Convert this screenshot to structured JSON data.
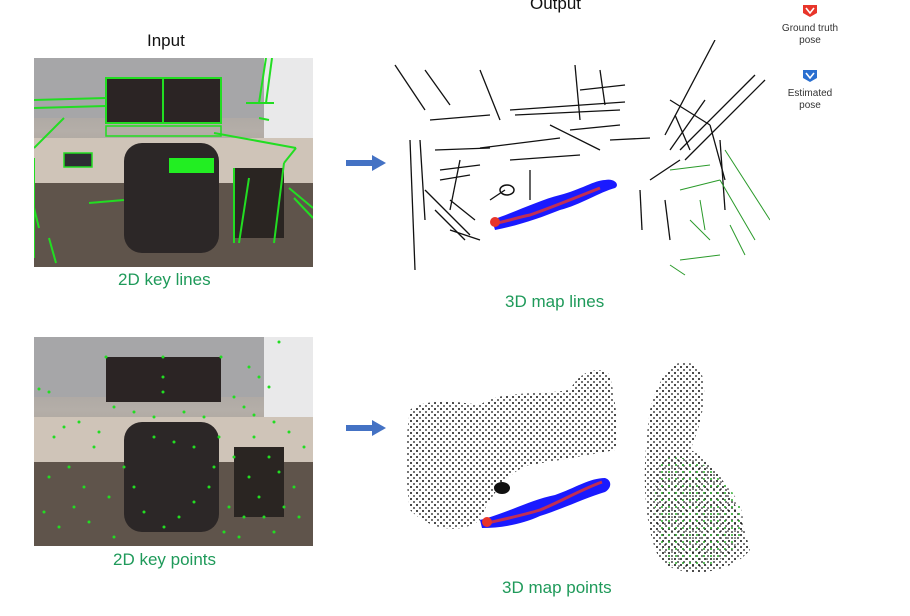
{
  "headers": {
    "input": "Input",
    "output": "Output"
  },
  "rows": [
    {
      "input_caption": "2D key lines",
      "output_caption": "3D map lines",
      "feature_color": "#22dd22"
    },
    {
      "input_caption": "2D key points",
      "output_caption": "3D map points",
      "feature_color": "#22dd22"
    }
  ],
  "legend": {
    "items": [
      {
        "icon": "camera-frustum-icon",
        "color": "#e8352a",
        "label_line1": "Ground truth",
        "label_line2": "pose"
      },
      {
        "icon": "camera-frustum-icon",
        "color": "#2a6fd0",
        "label_line1": "Estimated",
        "label_line2": "pose"
      }
    ]
  },
  "colors": {
    "arrow": "#4472c4",
    "caption": "#1f9a5a",
    "trajectory_gt": "#e8352a",
    "trajectory_est": "#1a1aff",
    "map_current": "#2a9a2a",
    "map_lines": "#111111"
  }
}
